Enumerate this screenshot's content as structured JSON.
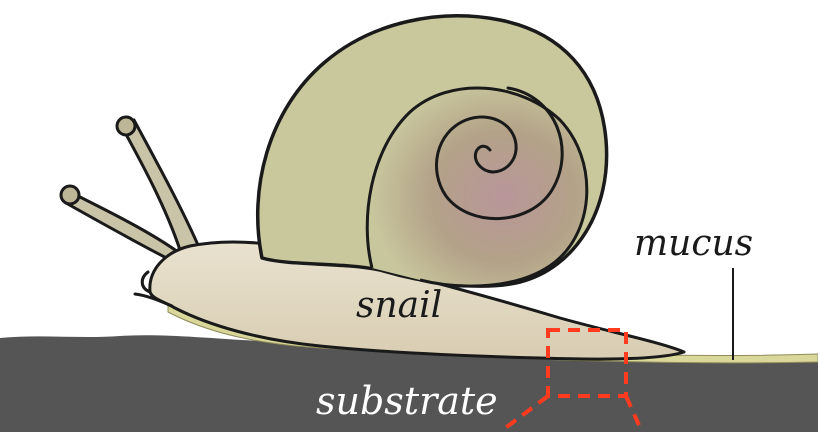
{
  "labels": {
    "snail": "snail",
    "mucus": "mucus",
    "substrate": "substrate"
  },
  "colors": {
    "substrate": "#555555",
    "mucus": "#d9d79a",
    "shell_outer": "#c9c79c",
    "shell_inner": "#a88a8f",
    "body": "#e4dcc8",
    "outline": "#1a1a1a",
    "label_dark": "#1a1a1a",
    "label_light": "#ffffff",
    "highlight_box": "#ff3b1f"
  }
}
